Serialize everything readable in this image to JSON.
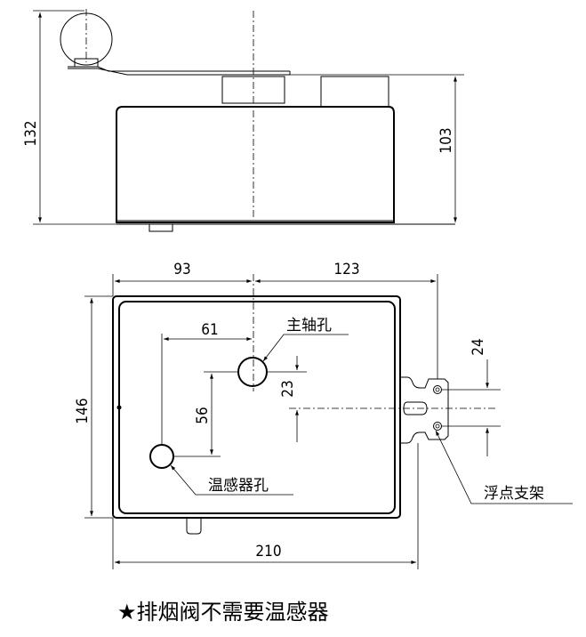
{
  "dimensions": {
    "side_height_total": "132",
    "side_height_body": "103",
    "top_left_width": "93",
    "top_right_width": "123",
    "hole_offset_x": "61",
    "hole_offset_y": "56",
    "shaft_offset_y": "23",
    "bracket_spacing": "24",
    "body_height": "146",
    "total_width": "210"
  },
  "labels": {
    "spindle_hole": "主轴孔",
    "sensor_hole": "温感器孔",
    "float_bracket": "浮点支架"
  },
  "note": {
    "star": "★",
    "text": "排烟阀不需要温感器"
  }
}
